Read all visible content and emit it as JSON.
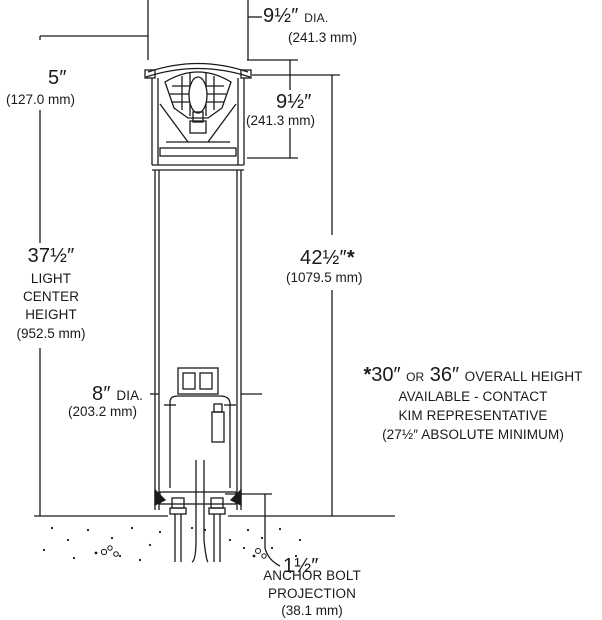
{
  "colors": {
    "line": "#1a1a1a",
    "background": "#ffffff"
  },
  "labels": {
    "top_dia_value": "9½″",
    "top_dia_unit": "DIA.",
    "top_dia_mm": "(241.3 mm)",
    "left_offset_value": "5″",
    "left_offset_mm": "(127.0 mm)",
    "head_height_value": "9½″",
    "head_height_mm": "(241.3 mm)",
    "light_center_value": "37½″",
    "light_center_line1": "LIGHT",
    "light_center_line2": "CENTER",
    "light_center_line3": "HEIGHT",
    "light_center_mm": "(952.5 mm)",
    "overall_value": "42½″",
    "overall_asterisk": "*",
    "overall_mm": "(1079.5 mm)",
    "base_dia_value": "8″",
    "base_dia_unit": "DIA.",
    "base_dia_mm": "(203.2 mm)",
    "note_asterisk": "*",
    "note_value_a": "30″",
    "note_or": "OR",
    "note_value_b": "36″",
    "note_rest": "OVERALL HEIGHT",
    "note_line2": "AVAILABLE - CONTACT",
    "note_line3": "KIM REPRESENTATIVE",
    "note_line4": "(27½″ ABSOLUTE MINIMUM)",
    "bolt_value": "1½″",
    "bolt_line1": "ANCHOR BOLT",
    "bolt_line2": "PROJECTION",
    "bolt_mm": "(38.1 mm)"
  }
}
